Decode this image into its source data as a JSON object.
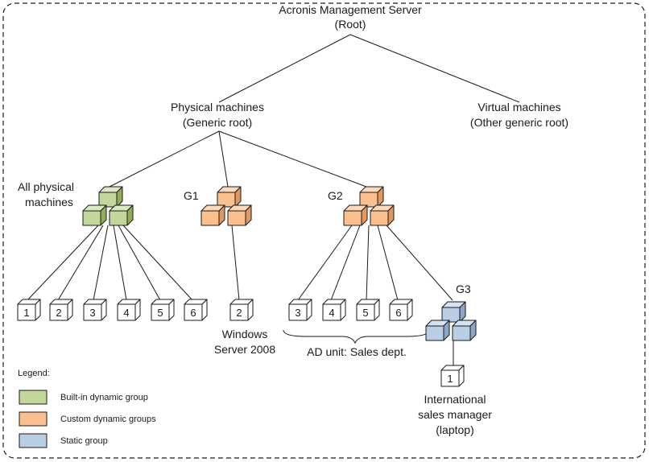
{
  "colors": {
    "builtin": {
      "front": "#c3d69b",
      "top": "#dce8c3",
      "side": "#8fae55"
    },
    "custom": {
      "front": "#fac090",
      "top": "#fcd9bb",
      "side": "#e09860"
    },
    "static": {
      "front": "#b9cde5",
      "top": "#d7e3f1",
      "side": "#8ba6c9"
    },
    "machine": {
      "front": "#ffffff",
      "top": "#ffffff",
      "side": "#ffffff"
    },
    "border": "#1a1a1a"
  },
  "nodes": {
    "root": {
      "line1": "Acronis Management Server",
      "line2": "(Root)"
    },
    "physical": {
      "line1": "Physical machines",
      "line2": "(Generic root)"
    },
    "virtual": {
      "line1": "Virtual machines",
      "line2": "(Other generic root)"
    },
    "all_physical": {
      "line1": "All physical",
      "line2": "machines"
    },
    "g1": {
      "label": "G1"
    },
    "g2": {
      "label": "G2"
    },
    "g3": {
      "label": "G3"
    }
  },
  "machines": {
    "all_physical": [
      "1",
      "2",
      "3",
      "4",
      "5",
      "6"
    ],
    "g1": [
      "2"
    ],
    "g2": [
      "3",
      "4",
      "5",
      "6"
    ],
    "g3": [
      "1"
    ]
  },
  "annotations": {
    "windows_server": {
      "line1": "Windows",
      "line2": "Server 2008"
    },
    "ad_unit": "AD unit: Sales dept.",
    "intl_manager": {
      "line1": "International",
      "line2": "sales manager",
      "line3": "(laptop)"
    }
  },
  "legend": {
    "title": "Legend:",
    "items": [
      {
        "label": "Built-in dynamic group",
        "color": "builtin"
      },
      {
        "label": "Custom dynamic groups",
        "color": "custom"
      },
      {
        "label": "Static group",
        "color": "static"
      }
    ]
  }
}
